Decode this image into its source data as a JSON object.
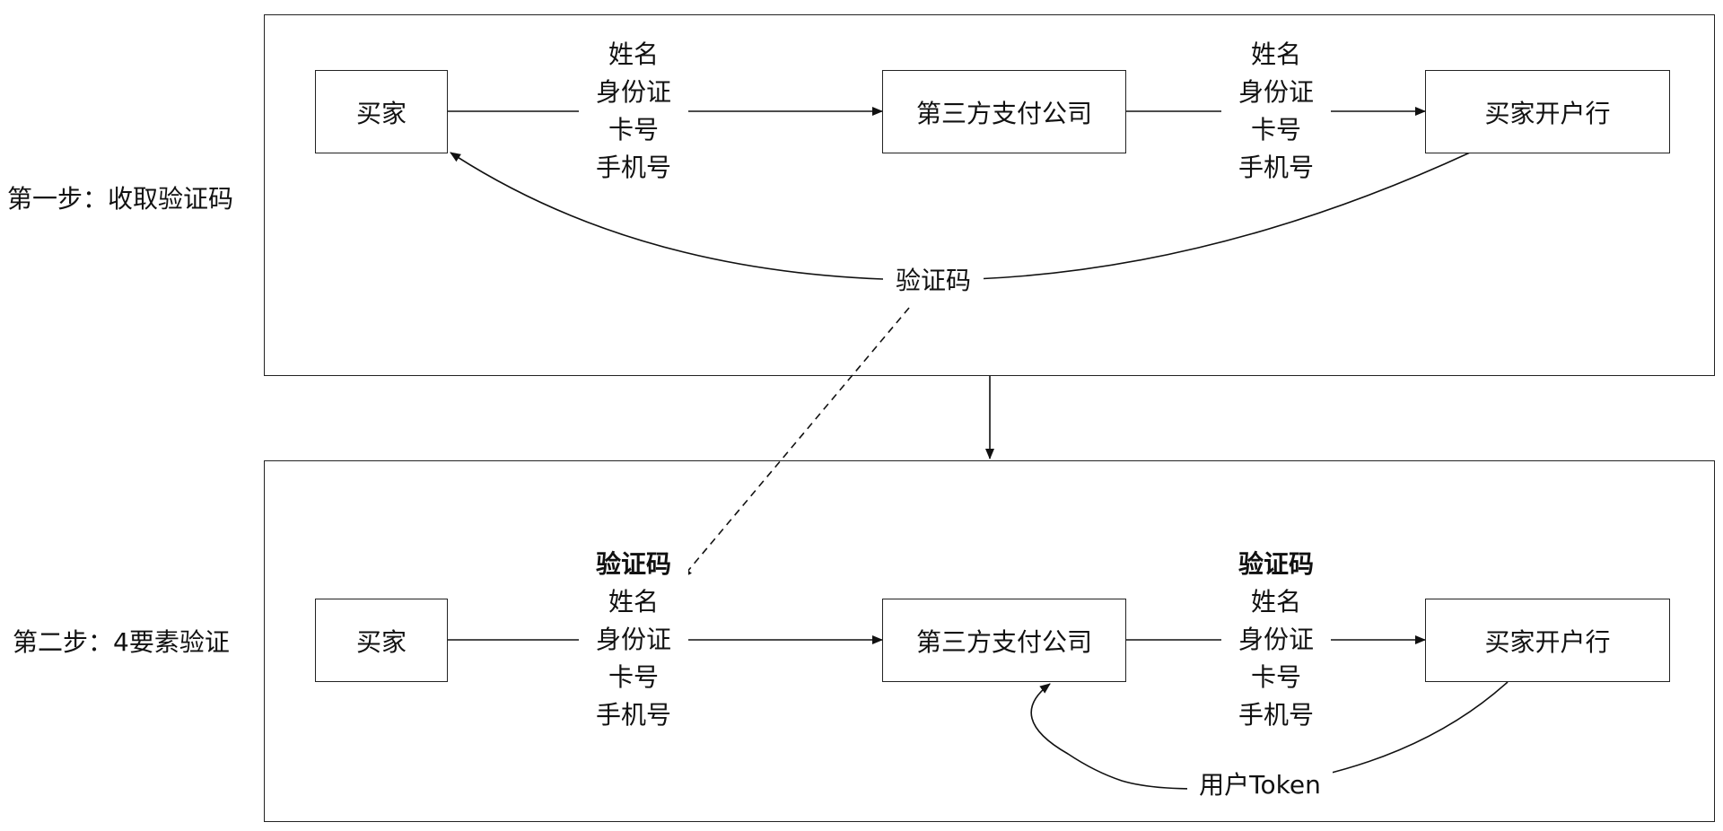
{
  "step1": {
    "title": "第一步：收取验证码",
    "buyer": "买家",
    "third_party": "第三方支付公司",
    "bank": "买家开户行",
    "label_left": [
      "姓名",
      "身份证",
      "卡号",
      "手机号"
    ],
    "label_right": [
      "姓名",
      "身份证",
      "卡号",
      "手机号"
    ],
    "return_label": "验证码"
  },
  "step2": {
    "title": "第二步：4要素验证",
    "buyer": "买家",
    "third_party": "第三方支付公司",
    "bank": "买家开户行",
    "label_left_bold": "验证码",
    "label_left": [
      "姓名",
      "身份证",
      "卡号",
      "手机号"
    ],
    "label_right_bold": "验证码",
    "label_right": [
      "姓名",
      "身份证",
      "卡号",
      "手机号"
    ],
    "return_label": "用户Token"
  },
  "colors": {
    "line": "#111111",
    "border": "#222222",
    "background": "#ffffff"
  }
}
